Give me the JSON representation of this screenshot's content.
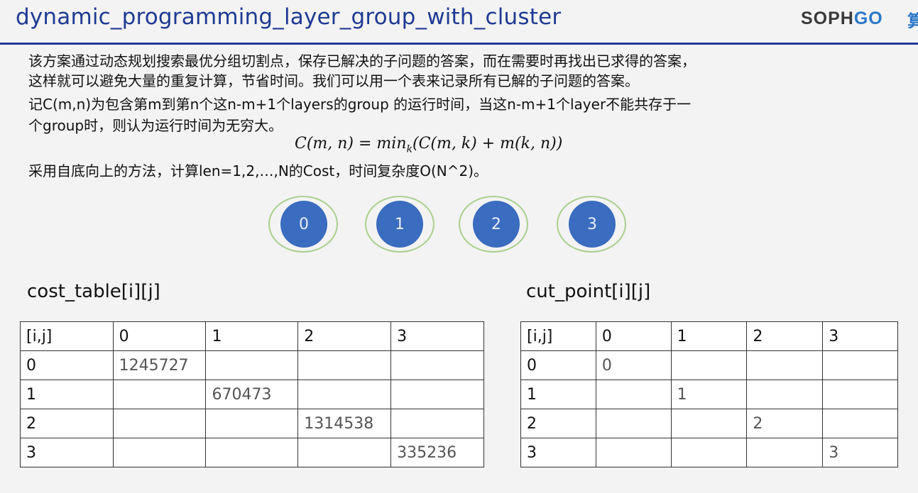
{
  "header": {
    "title": "dynamic_programming_layer_group_with_cluster",
    "logo_text": "SOPH",
    "logo_accent": "GO",
    "logo_cut": "算"
  },
  "body": {
    "line1": "该方案通过动态规划搜索最优分组切割点，保存已解决的子问题的答案，而在需要时再找出已求得的答案，",
    "line2": "这样就可以避免大量的重复计算，节省时间。我们可以用一个表来记录所有已解的子问题的答案。",
    "line3": "记C(m,n)为包含第m到第n个这n-m+1个layers的group 的运行时间，当这n-m+1个layer不能共存于一",
    "line4": "个group时，则认为运行时间为无穷大。",
    "formula_left": "C(m, n) = min",
    "formula_sub": "k",
    "formula_right": "(C(m, k) + m(k, n))",
    "line5": "采用自底向上的方法，计算len=1,2,…,N的Cost，时间复杂度O(N^2)。"
  },
  "nodes": [
    "0",
    "1",
    "2",
    "3"
  ],
  "cost_table": {
    "label": "cost_table[i][j]",
    "header": [
      "[i,j]",
      "0",
      "1",
      "2",
      "3"
    ],
    "rows": [
      [
        "0",
        "1245727",
        "",
        "",
        ""
      ],
      [
        "1",
        "",
        "670473",
        "",
        ""
      ],
      [
        "2",
        "",
        "",
        "1314538",
        ""
      ],
      [
        "3",
        "",
        "",
        "",
        "335236"
      ]
    ]
  },
  "cut_table": {
    "label": "cut_point[i][j]",
    "header": [
      "[i,j]",
      "0",
      "1",
      "2",
      "3"
    ],
    "rows": [
      [
        "0",
        "0",
        "",
        "",
        ""
      ],
      [
        "1",
        "",
        "1",
        "",
        ""
      ],
      [
        "2",
        "",
        "",
        "2",
        ""
      ],
      [
        "3",
        "",
        "",
        "",
        "3"
      ]
    ]
  },
  "colors": {
    "title": "#1f3a93",
    "node_fill": "#3a6cbf",
    "node_ring": "#a8cf8e",
    "logo_accent": "#2b78c9"
  }
}
